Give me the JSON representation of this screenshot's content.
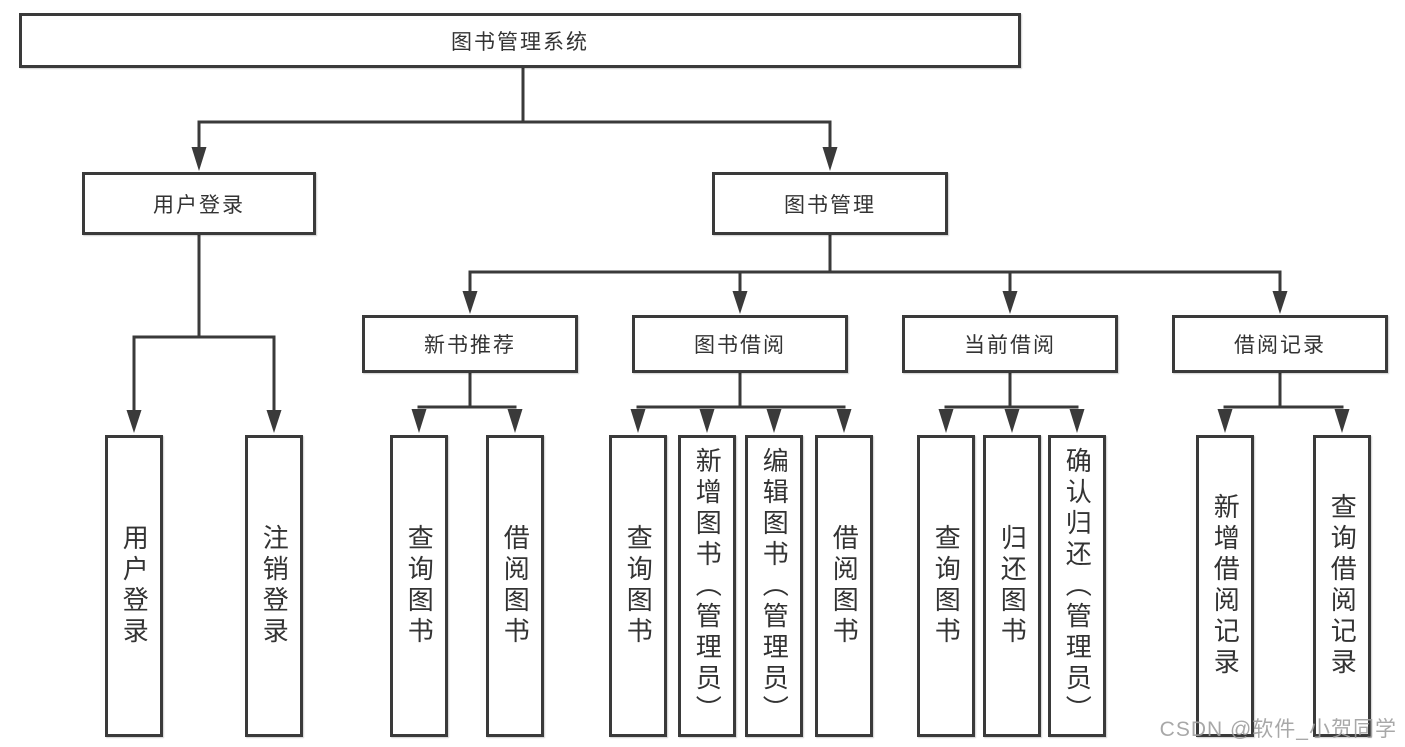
{
  "diagram": {
    "root": {
      "label": "图书管理系统"
    },
    "branches": [
      {
        "label": "用户登录",
        "children": [
          {
            "label": "用户登录"
          },
          {
            "label": "注销登录"
          }
        ]
      },
      {
        "label": "图书管理",
        "children": [
          {
            "label": "新书推荐",
            "children": [
              {
                "label": "查询图书"
              },
              {
                "label": "借阅图书"
              }
            ]
          },
          {
            "label": "图书借阅",
            "children": [
              {
                "label": "查询图书"
              },
              {
                "label": "新增图书（管理员）"
              },
              {
                "label": "编辑图书（管理员）"
              },
              {
                "label": "借阅图书"
              }
            ]
          },
          {
            "label": "当前借阅",
            "children": [
              {
                "label": "查询图书"
              },
              {
                "label": "归还图书"
              },
              {
                "label": "确认归还（管理员）"
              }
            ]
          },
          {
            "label": "借阅记录",
            "children": [
              {
                "label": "新增借阅记录"
              },
              {
                "label": "查询借阅记录"
              }
            ]
          }
        ]
      }
    ]
  },
  "watermark": {
    "text": "CSDN @软件_小贺同学"
  },
  "colors": {
    "line": "#3a3a3a",
    "text": "#333333",
    "background": "#ffffff",
    "watermark": "#9e9e9e"
  }
}
